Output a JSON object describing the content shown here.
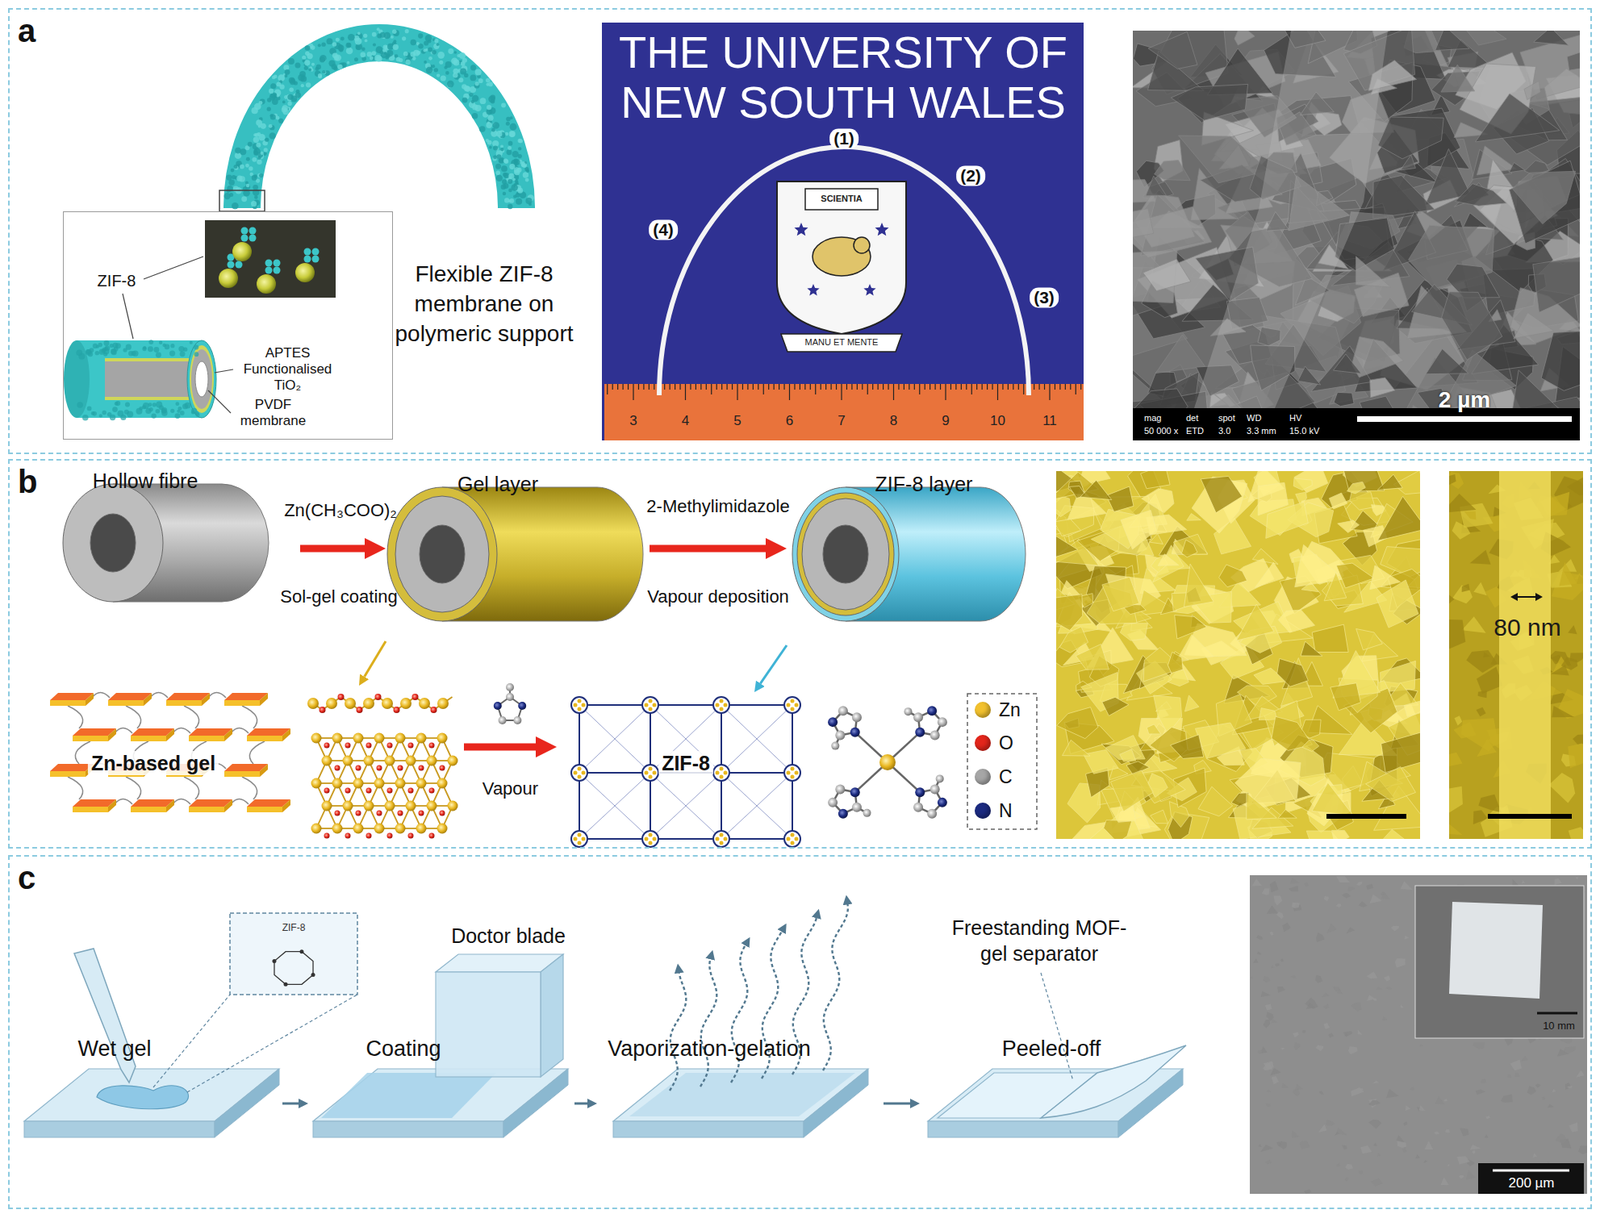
{
  "diagram": {
    "nodes": [
      {
        "text": [
          "a"
        ]
      },
      {
        "text": [
          "ZIF-8",
          "APTES Functionalised TiO₂",
          "PVDF membrane"
        ],
        "in": 0
      },
      {
        "text": [
          "b"
        ]
      },
      {
        "text": [
          "Hollow fibre"
        ],
        "in": 2
      },
      {
        "text": [
          "Gel layer"
        ],
        "in": 2
      },
      {
        "text": [
          "ZIF-8 layer"
        ],
        "in": 2
      },
      {
        "text": [
          "Zn-based gel"
        ],
        "in": 2
      },
      {
        "text": [
          "ZIF-8"
        ],
        "in": 2
      },
      {
        "text": [
          "c"
        ]
      },
      {
        "text": [
          "Wet gel"
        ],
        "in": 8
      },
      {
        "text": [
          "Coating"
        ],
        "in": 8
      },
      {
        "text": [
          "Vaporization-gelation"
        ],
        "in": 8
      },
      {
        "text": [
          "Peeled-off"
        ],
        "in": 8
      }
    ],
    "edges": [
      {
        "from": 3,
        "to": 4,
        "arrow": "to",
        "label": "Zn(CH₃COO)₂"
      },
      {
        "from": 4,
        "to": 5,
        "arrow": "to",
        "label": "2-Methylimidazole"
      },
      {
        "from": 4,
        "to": 6,
        "arrow": "to"
      },
      {
        "from": 5,
        "to": 7,
        "arrow": "to"
      },
      {
        "from": 6,
        "to": 7,
        "arrow": "to",
        "label": "Vapour"
      },
      {
        "from": 9,
        "to": 10,
        "arrow": "to"
      },
      {
        "from": 10,
        "to": 11,
        "arrow": "to"
      },
      {
        "from": 11,
        "to": 12,
        "arrow": "to"
      }
    ],
    "labels": [
      "Flexible ZIF-8 membrane on polymeric support",
      "THE UNIVERSITY OF NEW SOUTH WALES",
      "(1)",
      "(2)",
      "(3)",
      "(4)",
      "SCIENTIA",
      "MANU ET MENTE",
      "3",
      "4",
      "5",
      "6",
      "7",
      "8",
      "9",
      "10",
      "11",
      "mag",
      "det",
      "spot",
      "WD",
      "HV",
      "50 000 x",
      "ETD",
      "3.0",
      "3.3 mm",
      "15.0 kV",
      "2 µm",
      "Sol-gel coating",
      "Vapour deposition",
      "80 nm",
      "ZIF-8",
      "Doctor blade",
      "Freestanding MOF-gel separator",
      "10 mm",
      "200 µm"
    ],
    "legend": [
      {
        "text": "Zn",
        "color": "#f2c12e"
      },
      {
        "text": "O",
        "color": "#e3261b"
      },
      {
        "text": "C",
        "color": "#a6a6a6"
      },
      {
        "text": "N",
        "color": "#1b2a80"
      }
    ]
  }
}
